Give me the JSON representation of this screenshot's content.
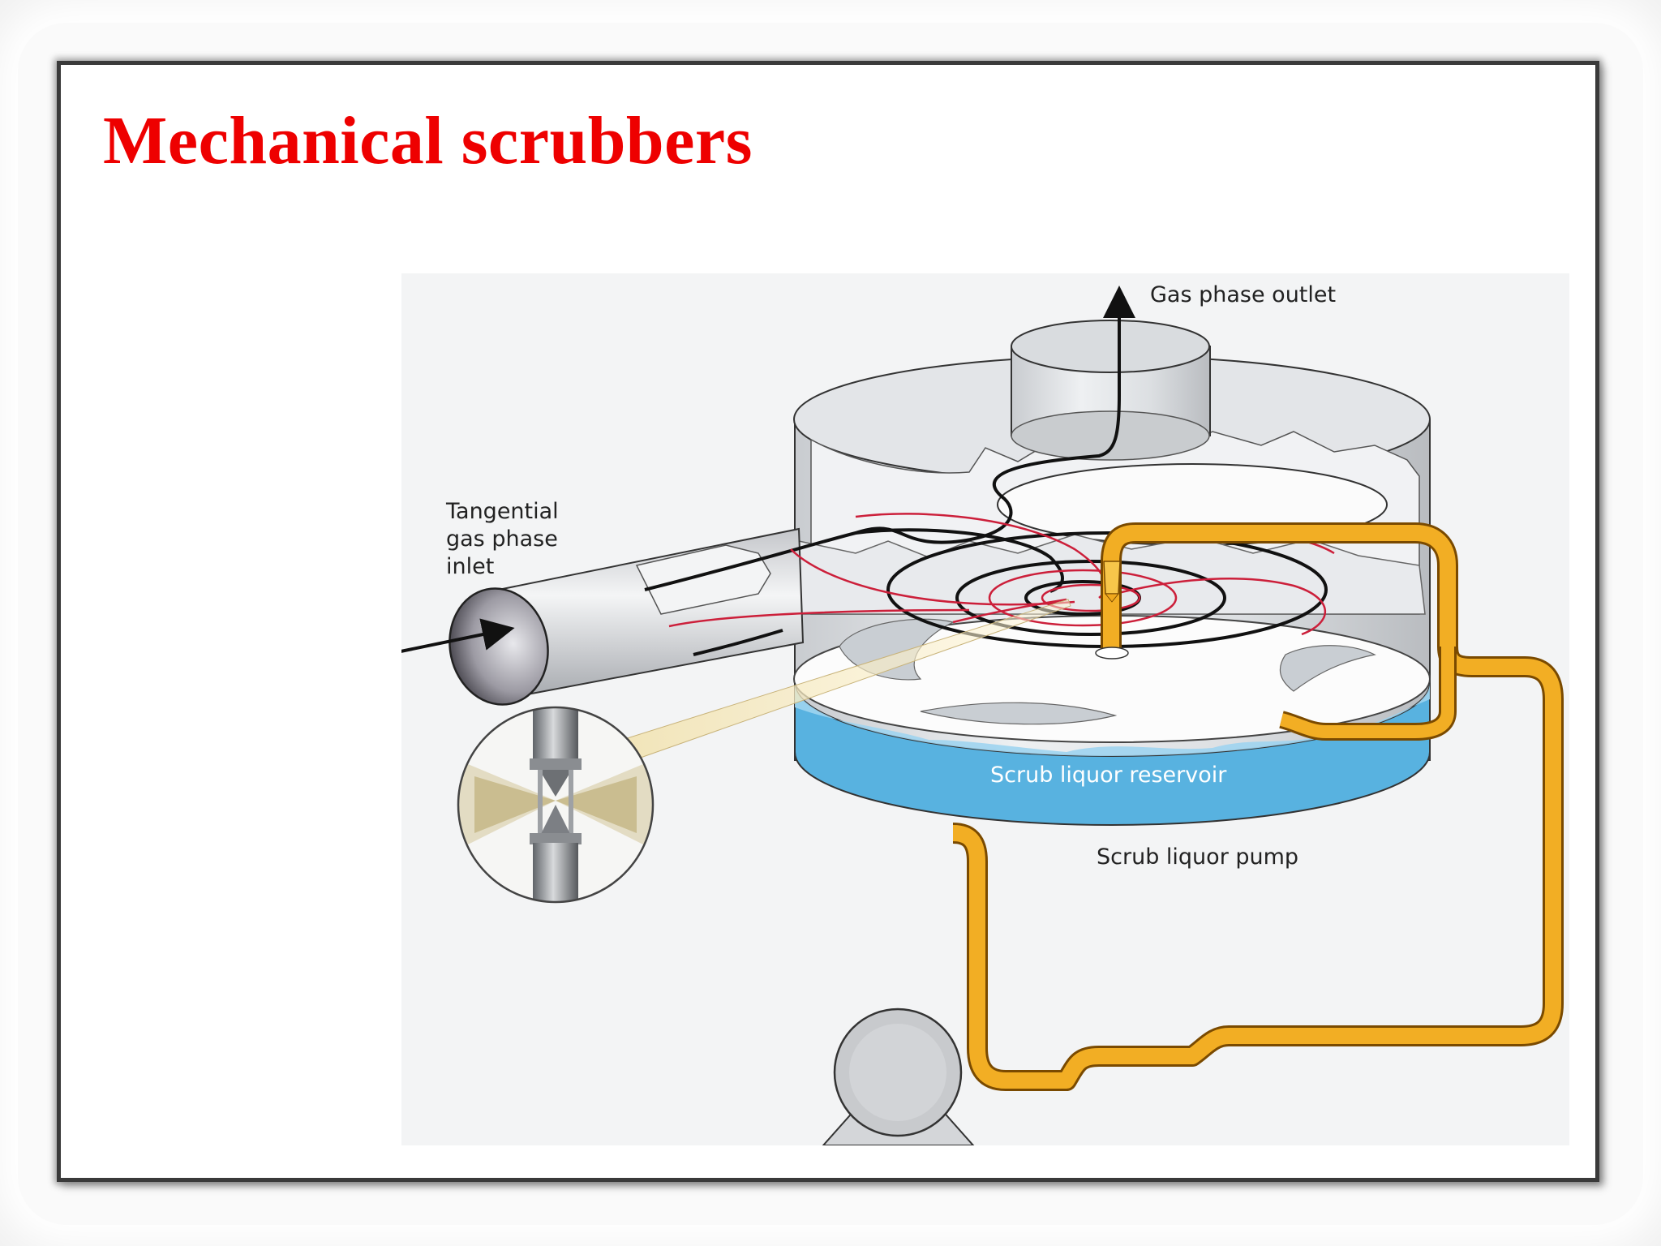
{
  "slide": {
    "title": "Mechanical scrubbers"
  },
  "labels": {
    "outlet": "Gas phase outlet",
    "inlet_line1": "Tangential",
    "inlet_line2": "gas phase",
    "inlet_line3": "inlet",
    "reservoir": "Scrub liquor reservoir",
    "pump": "Scrub liquor pump"
  },
  "colors": {
    "title": "#ee0000",
    "pipe": "#f0a81c",
    "liquor": "#86c8e8",
    "swirl": "#cc1f3a"
  }
}
